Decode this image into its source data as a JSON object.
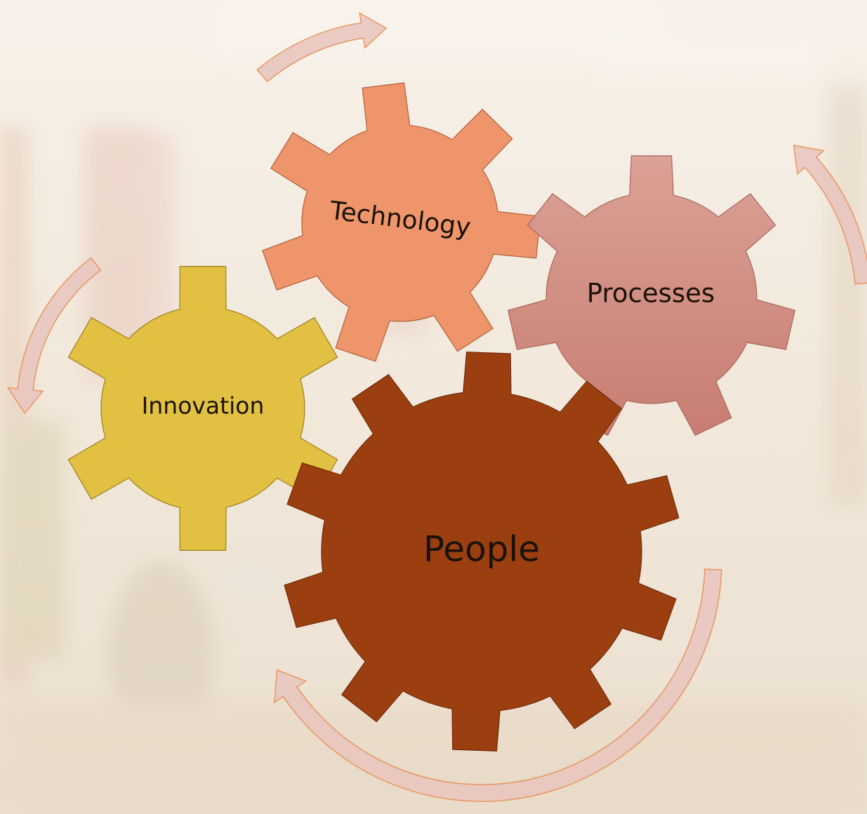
{
  "diagram": {
    "gears": [
      {
        "id": "technology",
        "label": "Technology",
        "color": "#ef956b"
      },
      {
        "id": "processes",
        "label": "Processes",
        "color": "#d28b80"
      },
      {
        "id": "innovation",
        "label": "Innovation",
        "color": "#e2c142"
      },
      {
        "id": "people",
        "label": "People",
        "color": "#9c3f10"
      }
    ],
    "arrow_color": "#e7c4bd",
    "arrow_outline": "#e79a66"
  }
}
